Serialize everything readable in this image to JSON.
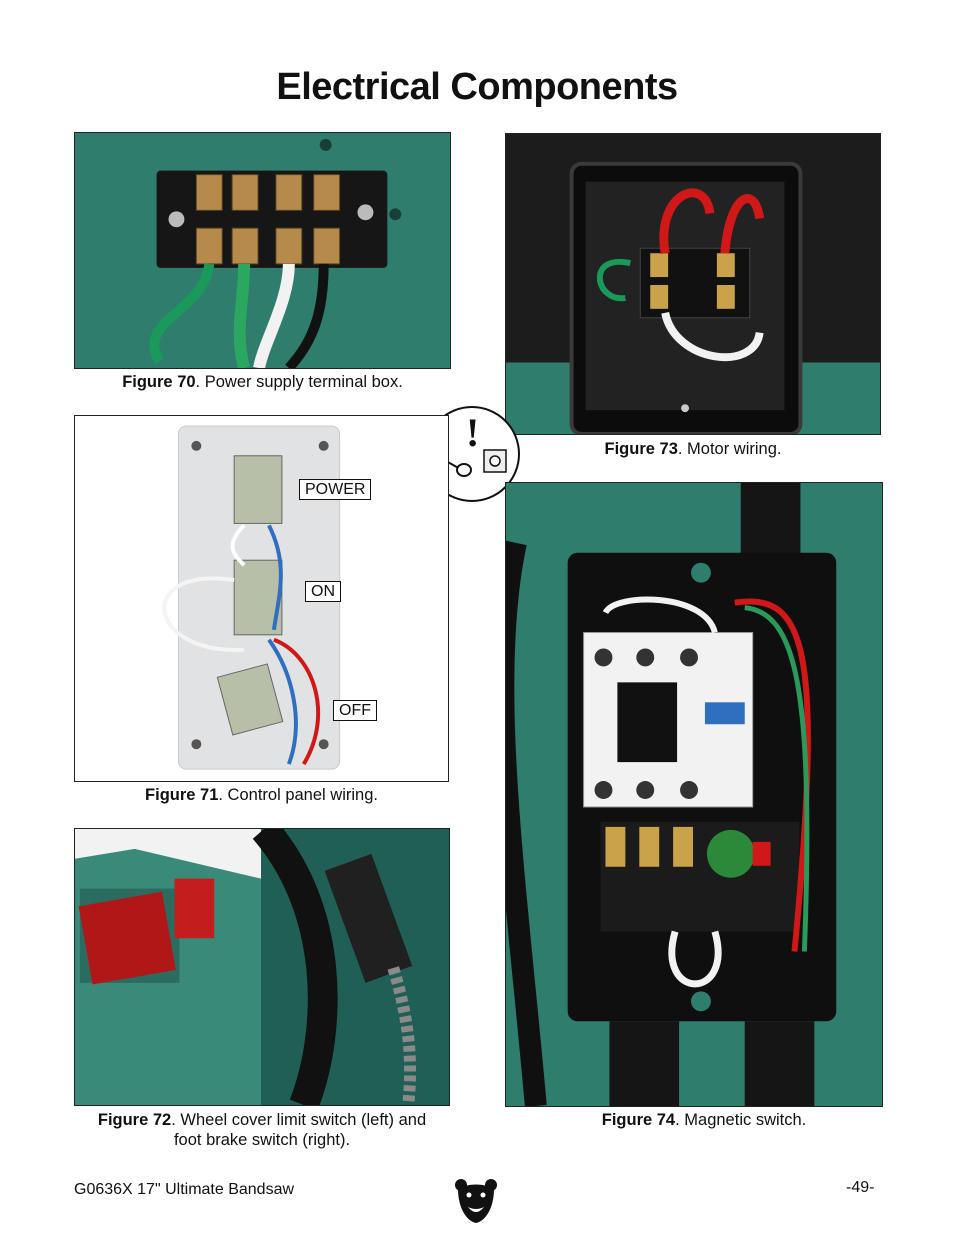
{
  "page": {
    "title": "Electrical Components",
    "footer_left": "G0636X 17\" Ultimate Bandsaw",
    "page_number": "-49-",
    "logo_icon": "grizzly-bear-logo-icon",
    "warning_icon": "warning-ground-screw-icon",
    "warning_mark": "!"
  },
  "figures": {
    "fig70": {
      "number": "Figure 70",
      "caption": ". Power supply terminal box."
    },
    "fig71": {
      "number": "Figure 71",
      "caption": ". Control panel wiring.",
      "labels": {
        "power": "POWER",
        "on": "ON",
        "off": "OFF"
      }
    },
    "fig72": {
      "number": "Figure 72",
      "caption": ". Wheel cover limit switch (left) and",
      "caption2": "foot brake switch (right)."
    },
    "fig73": {
      "number": "Figure 73",
      "caption": ". Motor wiring."
    },
    "fig74": {
      "number": "Figure 74",
      "caption": ". Magnetic switch."
    }
  },
  "colors": {
    "machine_green": "#2f7d6d",
    "wire_red": "#d01818",
    "box_black": "#141414"
  }
}
